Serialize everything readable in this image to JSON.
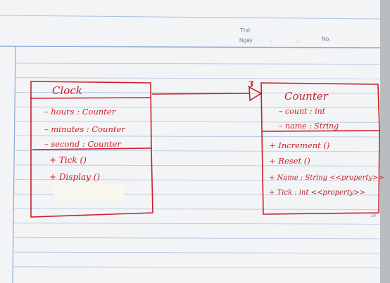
{
  "header": {
    "day_label": "Thứ",
    "date_label": "Ngày",
    "no_label": "No."
  },
  "page_number": "10",
  "diagram": {
    "ink_color": "#c8202a",
    "relationship": {
      "from": "Clock",
      "to": "Counter",
      "multiplicity": "3",
      "arrowhead": "hollow-triangle"
    },
    "classes": [
      {
        "name": "Clock",
        "attributes": [
          "– hours : Counter",
          "– minutes : Counter",
          "– second : Counter"
        ],
        "operations": [
          "+ Tick ()",
          "+ Display ()"
        ]
      },
      {
        "name": "Counter",
        "attributes": [
          "– count : int",
          "– name : String"
        ],
        "operations": [
          "+ Increment ()",
          "+ Reset ()",
          "+ Name : String <<property>>",
          "+ Tick : int <<property>>"
        ]
      }
    ]
  }
}
